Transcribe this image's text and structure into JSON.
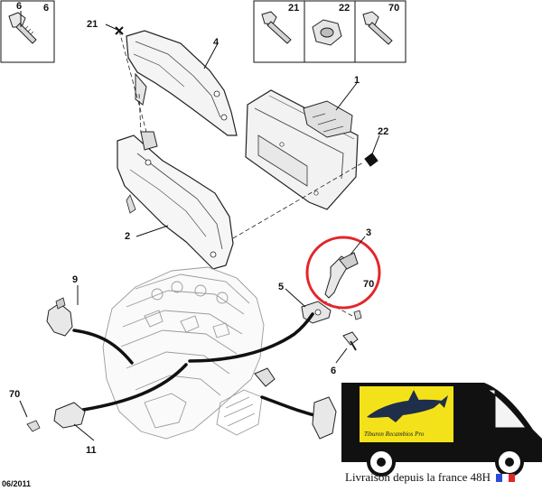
{
  "diagram": {
    "date_code": "06/2011",
    "callouts": {
      "c1": "1",
      "c2": "2",
      "c3": "3",
      "c4": "4",
      "c5": "5",
      "c6_box": "6",
      "c6_part": "6",
      "c9": "9",
      "c11": "11",
      "c21_box": "21",
      "c21_part": "21",
      "c22_box": "22",
      "c22_part": "22",
      "c70_box": "70",
      "c70_part": "70",
      "c70_clipped": "70"
    }
  },
  "watermark": {
    "logo_text": "Tiburon Recambios Pro",
    "footer_text": "Livraison depuis la france 48H",
    "flag_colors": [
      "#2b4bd6",
      "#ffffff",
      "#e0262b"
    ]
  },
  "colors": {
    "highlight_circle": "#e3262a",
    "logo_background": "#f3e21a",
    "van_body": "#111111"
  }
}
